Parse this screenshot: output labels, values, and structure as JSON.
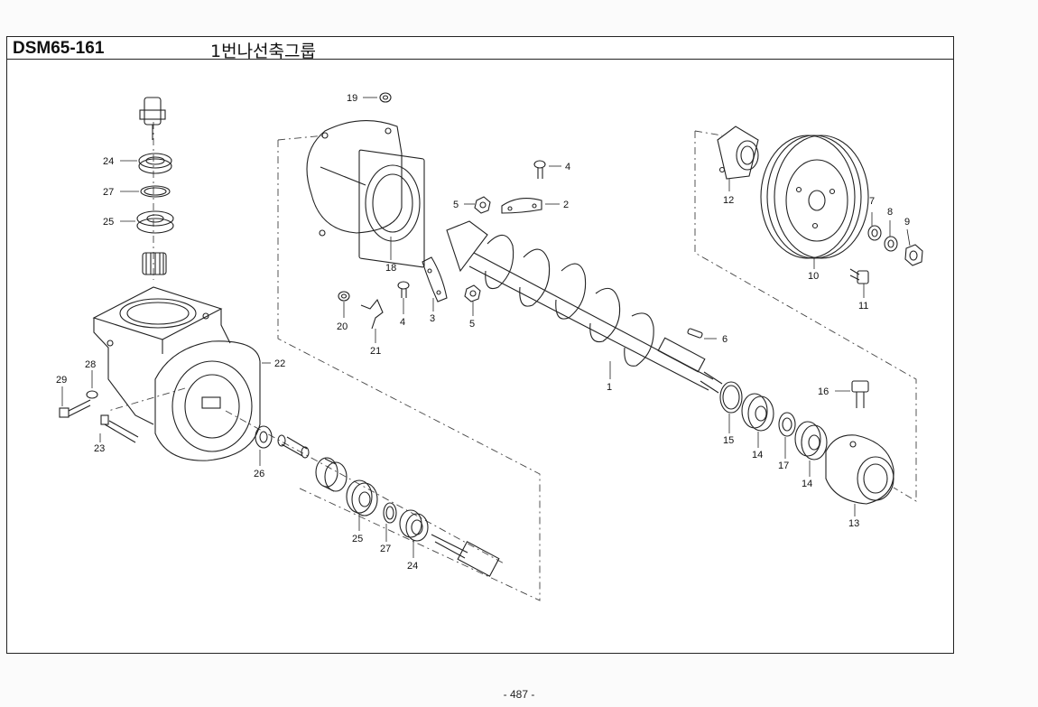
{
  "header": {
    "model_code": "DSM65-161",
    "group_title": "1번나선축그룹"
  },
  "footer": {
    "page_number": "- 487 -"
  },
  "callouts": [
    {
      "id": "c19",
      "label": "19"
    },
    {
      "id": "c4a",
      "label": "4"
    },
    {
      "id": "c5a",
      "label": "5"
    },
    {
      "id": "c2",
      "label": "2"
    },
    {
      "id": "c18",
      "label": "18"
    },
    {
      "id": "c20",
      "label": "20"
    },
    {
      "id": "c21",
      "label": "21"
    },
    {
      "id": "c4b",
      "label": "4"
    },
    {
      "id": "c3",
      "label": "3"
    },
    {
      "id": "c5b",
      "label": "5"
    },
    {
      "id": "c1",
      "label": "1"
    },
    {
      "id": "c6",
      "label": "6"
    },
    {
      "id": "c12",
      "label": "12"
    },
    {
      "id": "c7",
      "label": "7"
    },
    {
      "id": "c8",
      "label": "8"
    },
    {
      "id": "c9",
      "label": "9"
    },
    {
      "id": "c10",
      "label": "10"
    },
    {
      "id": "c11",
      "label": "11"
    },
    {
      "id": "c16",
      "label": "16"
    },
    {
      "id": "c15",
      "label": "15"
    },
    {
      "id": "c14a",
      "label": "14"
    },
    {
      "id": "c17",
      "label": "17"
    },
    {
      "id": "c14b",
      "label": "14"
    },
    {
      "id": "c13",
      "label": "13"
    },
    {
      "id": "c24a",
      "label": "24"
    },
    {
      "id": "c27a",
      "label": "27"
    },
    {
      "id": "c25a",
      "label": "25"
    },
    {
      "id": "c22",
      "label": "22"
    },
    {
      "id": "c28",
      "label": "28"
    },
    {
      "id": "c29",
      "label": "29"
    },
    {
      "id": "c23",
      "label": "23"
    },
    {
      "id": "c26",
      "label": "26"
    },
    {
      "id": "c25b",
      "label": "25"
    },
    {
      "id": "c27b",
      "label": "27"
    },
    {
      "id": "c24b",
      "label": "24"
    }
  ]
}
